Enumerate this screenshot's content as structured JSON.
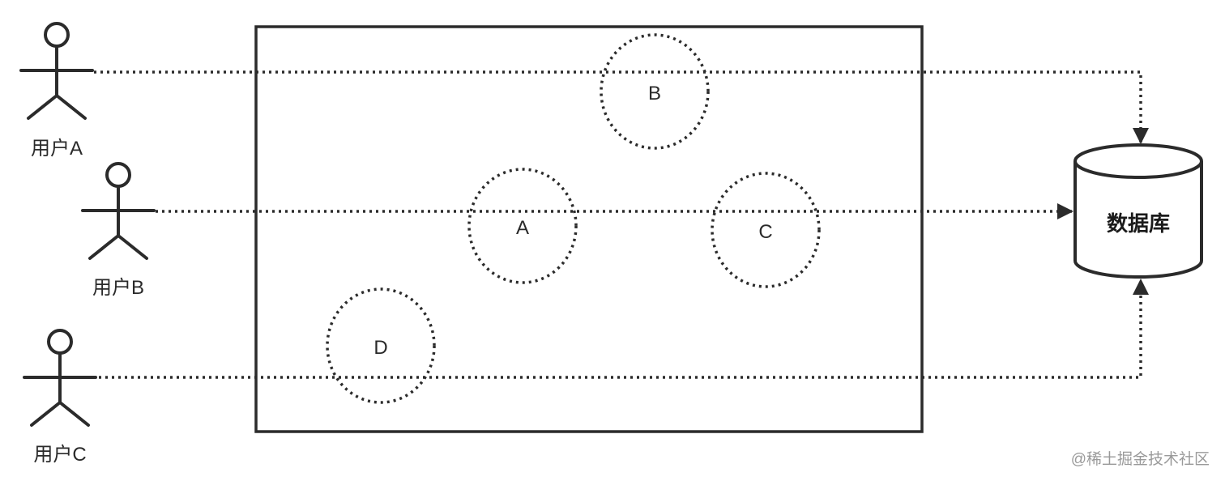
{
  "actors": [
    {
      "id": "user-a",
      "label": "用户A"
    },
    {
      "id": "user-b",
      "label": "用户B"
    },
    {
      "id": "user-c",
      "label": "用户C"
    }
  ],
  "regions": [
    {
      "id": "region-a",
      "label": "A"
    },
    {
      "id": "region-b",
      "label": "B"
    },
    {
      "id": "region-c",
      "label": "C"
    },
    {
      "id": "region-d",
      "label": "D"
    }
  ],
  "database": {
    "label": "数据库"
  },
  "watermark": "@稀土掘金技术社区",
  "colors": {
    "stroke": "#2b2b2b",
    "text": "#2a2a2a",
    "watermark": "#9a9a9a"
  }
}
